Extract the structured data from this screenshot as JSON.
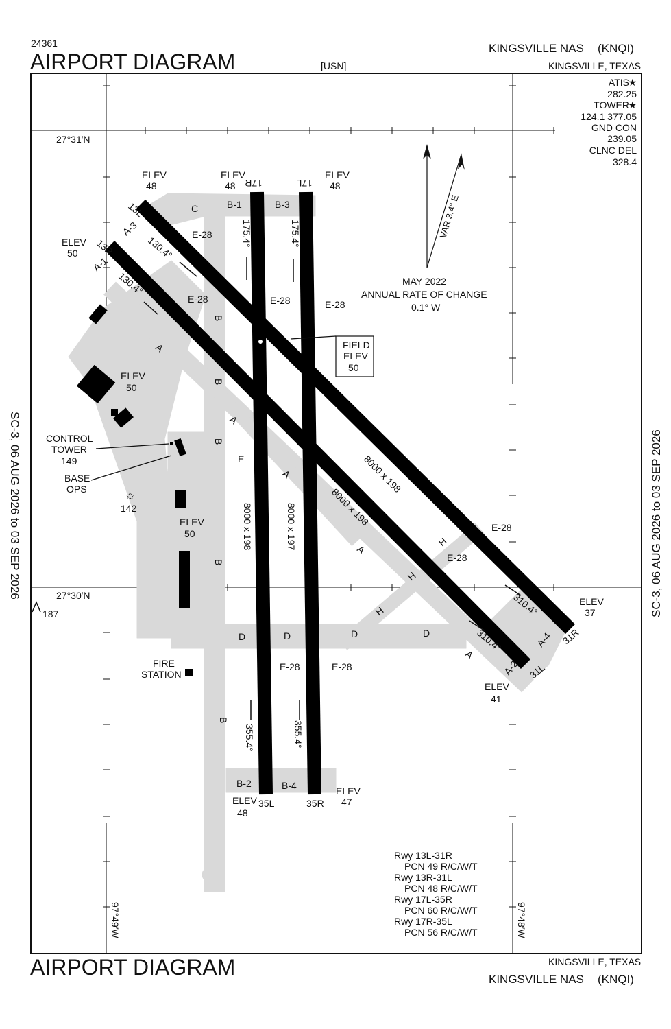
{
  "header": {
    "doc_number": "24361",
    "title": "AIRPORT DIAGRAM",
    "service": "[USN]",
    "airport": "KINGSVILLE NAS",
    "ident": "(KNQI)",
    "city": "KINGSVILLE, TEXAS"
  },
  "side": {
    "left": "SC-3,  06 AUG 2026  to  03 SEP 2026",
    "right": "SC-3,  06 AUG 2026  to  03 SEP 2026"
  },
  "comms": {
    "atis_label": "ATIS",
    "atis_freq": "282.25",
    "tower_label": "TOWER",
    "tower_freq": "124.1  377.05",
    "gnd_label": "GND CON",
    "gnd_freq": "239.05",
    "clnc_label": "CLNC DEL",
    "clnc_freq": "328.4"
  },
  "coords": {
    "lat_north": "27°31′N",
    "lat_south": "27°30′N",
    "lon_west": "97°49′W",
    "lon_east": "97°48′W"
  },
  "variation": {
    "var": "VAR 3.4° E",
    "date": "MAY 2022",
    "rate_label": "ANNUAL RATE OF CHANGE",
    "rate": "0.1° W"
  },
  "field_elev": {
    "line1": "FIELD",
    "line2": "ELEV",
    "value": "50"
  },
  "runways": {
    "r13L": "13L",
    "r13R": "13R",
    "r31R": "31R",
    "r31L": "31L",
    "r17R": "17R",
    "r17L": "17L",
    "r35L": "35L",
    "r35R": "35R",
    "dim_13L": "8000 x 198",
    "dim_13R": "8000 x 198",
    "dim_17R": "8000 x 198",
    "dim_17L": "8000 x 197",
    "hdg_130": "130.4°",
    "hdg_310": "310.4°",
    "hdg_175": "175.4°",
    "hdg_355": "355.4°"
  },
  "elevations": {
    "elev": "ELEV",
    "e13L": "48",
    "e17R": "48",
    "e17L": "48",
    "e13R": "50",
    "e_apron": "50",
    "e_ramp": "50",
    "e31R": "37",
    "e31L": "41",
    "e35L": "48",
    "e35R": "47"
  },
  "taxiways": {
    "A": "A",
    "B": "B",
    "C": "C",
    "D": "D",
    "E": "E",
    "H": "H",
    "A1": "A-1",
    "A2": "A-2",
    "A3": "A-3",
    "A4": "A-4",
    "B1": "B-1",
    "B2": "B-2",
    "B3": "B-3",
    "B4": "B-4",
    "E28": "E-28"
  },
  "facilities": {
    "tower_line1": "CONTROL",
    "tower_line2": "TOWER",
    "tower_elev": "149",
    "base1": "BASE",
    "base2": "OPS",
    "beacon_elev": "142",
    "obstacle_elev": "187",
    "fire1": "FIRE",
    "fire2": "STATION"
  },
  "pcn": [
    {
      "rwy": "Rwy 13L-31R",
      "pcn": "PCN 49 R/C/W/T"
    },
    {
      "rwy": "Rwy 13R-31L",
      "pcn": "PCN 48 R/C/W/T"
    },
    {
      "rwy": "Rwy 17L-35R",
      "pcn": "PCN 60 R/C/W/T"
    },
    {
      "rwy": "Rwy 17R-35L",
      "pcn": "PCN 56 R/C/W/T"
    }
  ],
  "footer": {
    "title": "AIRPORT DIAGRAM",
    "city": "KINGSVILLE, TEXAS",
    "airport": "KINGSVILLE NAS",
    "ident": "(KNQI)"
  },
  "colors": {
    "pavement": "#d9d9d9",
    "runway": "#000000",
    "ink": "#111111"
  }
}
